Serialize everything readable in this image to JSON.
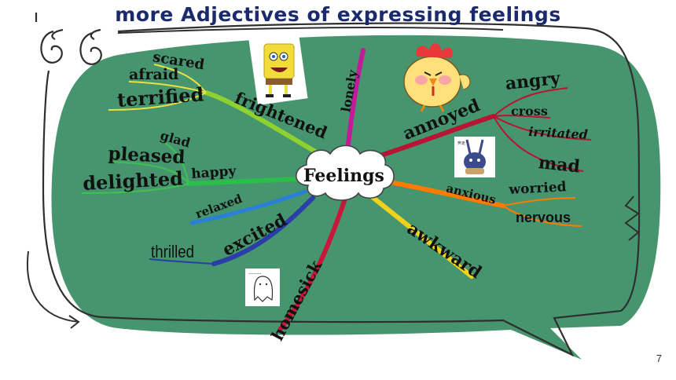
{
  "title": "more Adjectives of expressing feelings",
  "page_number": "7",
  "hub": "Feelings",
  "colors": {
    "bubble": "#46956f",
    "outline": "#2f2f2f",
    "title": "#1a2a6c"
  },
  "words": {
    "scared": "scared",
    "afraid": "afraid",
    "terrified": "terrified",
    "frightened": "frightened",
    "lonely": "lonely",
    "annoyed": "annoyed",
    "angry": "angry",
    "cross": "cross",
    "irritated": "irritated",
    "mad": "mad",
    "glad": "glad",
    "pleased": "pleased",
    "delighted": "delighted",
    "happy": "happy",
    "relaxed": "relaxed",
    "thrilled": "thrilled",
    "excited": "excited",
    "homesick": "homesick",
    "anxious": "anxious",
    "worried": "worried",
    "nervous": "nervous",
    "awkward": "awkward"
  },
  "icons": [
    "quote-marks-icon",
    "sponge-character-icon",
    "chicken-character-icon",
    "bunny-character-icon",
    "ghost-character-icon"
  ]
}
